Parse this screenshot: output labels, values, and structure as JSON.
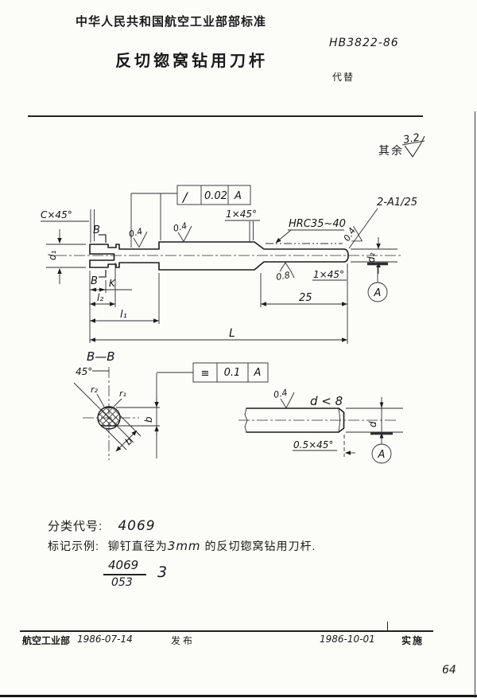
{
  "header": {
    "org": "中华人民共和国航空工业部部标准",
    "code": "HB3822-86",
    "title": "反切锪窝钻用刀杆",
    "supersedes": "代替"
  },
  "roughness_note": {
    "prefix": "其余",
    "value": "3.2"
  },
  "main_view": {
    "c_chamfer": "C×45°",
    "section_mark": "B",
    "d1": "d₁",
    "rough_04": "0.4",
    "rough_08": "0.8",
    "runout_symbol": "/",
    "runout_tol": "0.02",
    "datum": "A",
    "chamfer_1x45": "1×45°",
    "hardness": "HRC35~40",
    "center_holes": "2-A1/25",
    "d2": "d₂",
    "len_25": "25",
    "dim_k": "K",
    "dim_l2": "l₂",
    "dim_l1": "l₁",
    "dim_L": "L"
  },
  "section_view": {
    "title": "B—B",
    "angle": "45°",
    "r2": "r₂",
    "r1": "r₁",
    "dim_b": "b",
    "sym_symbol": "≡",
    "sym_tol": "0.1",
    "datum": "A"
  },
  "variant_view": {
    "condition": "d < 8",
    "rough_04": "0.4",
    "chamfer": "0.5×45°",
    "d": "d",
    "datum": "A"
  },
  "notes": {
    "class_label": "分类代号:",
    "class_code": "4069",
    "example_label": "标记示例:",
    "example_prefix": "铆钉直径为",
    "example_dia": "3mm",
    "example_suffix": " 的反切锪窝钻用刀杆.",
    "designation_num": "4069",
    "designation_den": "053",
    "designation_dia": "3"
  },
  "footer": {
    "issuer": "航空工业部",
    "issue_date": "1986-07-14",
    "issue_label": "发布",
    "impl_date": "1986-10-01",
    "impl_label": "实施",
    "page_no": "64"
  }
}
